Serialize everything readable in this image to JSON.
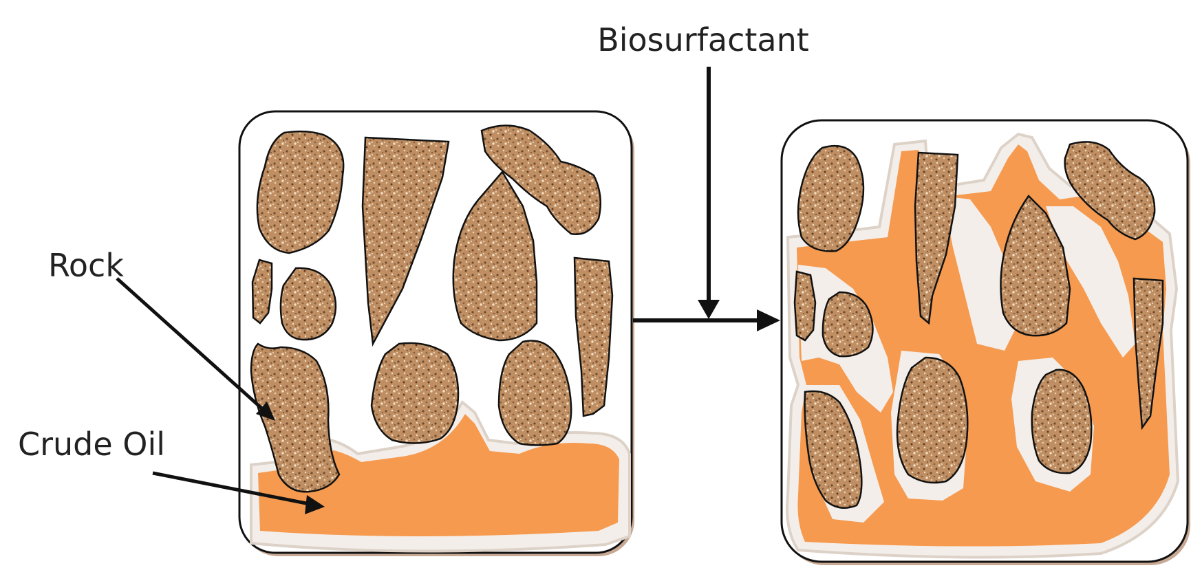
{
  "labels": {
    "biosurfactant": "Biosurfactant",
    "rock": "Rock",
    "crude_oil": "Crude Oil"
  },
  "colors": {
    "oil": "#f59a4f",
    "rock_base": "#bf8f63",
    "rock_speck_dark": "#6e4a2e",
    "rock_speck_light": "#f3e1c8",
    "outline": "#111111",
    "halo": "#f4eeea",
    "shadow": "#c7a994"
  },
  "icons": [
    "arrow-right",
    "arrow-down"
  ]
}
